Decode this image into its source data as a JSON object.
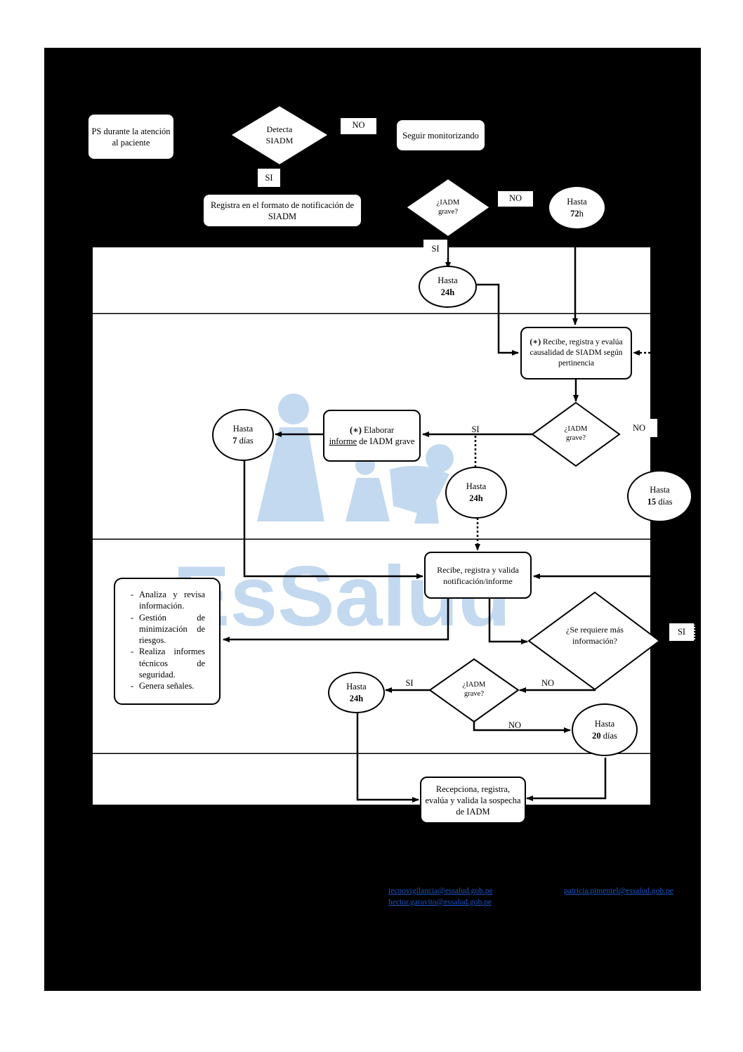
{
  "nodes": {
    "ps": "PS durante la atención al paciente",
    "detecta": "Detecta SIADM",
    "seguir": "Seguir monitorizando",
    "registra": "Registra en el formato de notificación de SIADM",
    "iadm_q1": "¿IADM grave?",
    "hasta72_a": "Hasta",
    "hasta72_b": "72",
    "hasta72_c": "h",
    "hasta24a_a": "Hasta",
    "hasta24a_b": "24h",
    "recibe1_a": "(∗)",
    "recibe1_b": " Recibe, registra y evalúa causalidad de SIADM según pertinencia",
    "iadm_q2": "¿IADM grave?",
    "elaborar_a": "(∗)",
    "elaborar_b": " Elaborar",
    "elaborar_c": "informe",
    "elaborar_d": " de IADM grave",
    "hasta7_a": "Hasta",
    "hasta7_b": "7",
    "hasta7_c": " días",
    "hasta24b_a": "Hasta",
    "hasta24b_b": "24h",
    "hasta15_a": "Hasta",
    "hasta15_b": "15",
    "hasta15_c": " días",
    "recibe2": "Recibe, registra y valida notificación/informe",
    "requiere": "¿Se requiere más información?",
    "iadm_q3": "¿IADM grave?",
    "hasta24c_a": "Hasta",
    "hasta24c_b": "24h",
    "hasta20_a": "Hasta",
    "hasta20_b": "20",
    "hasta20_c": " días",
    "recepciona": "Recepciona, registra, evalúa y valida la sospecha de IADM"
  },
  "analiza_list": [
    "Analiza y revisa información.",
    "Gestión de minimización de riesgos.",
    "Realiza informes técnicos de seguridad.",
    "Genera señales."
  ],
  "labels": {
    "no1": "NO",
    "si1": "SI",
    "no2": "NO",
    "si2": "SI",
    "si3": "SI",
    "no3": "NO",
    "si4": "SI",
    "no4": "NO",
    "si5": "SI",
    "no5": "NO"
  },
  "emails": [
    "tecnovigilancia@essalud.gob.pe",
    "hector.garavito@essalud.gob.pe",
    "patricia.pimentel@essalud.gob.pe"
  ],
  "watermark": "EsSalud",
  "colors": {
    "background": "#000000",
    "lane": "#ffffff",
    "watermark": "#c3d9ef",
    "link": "#1a55c4"
  }
}
